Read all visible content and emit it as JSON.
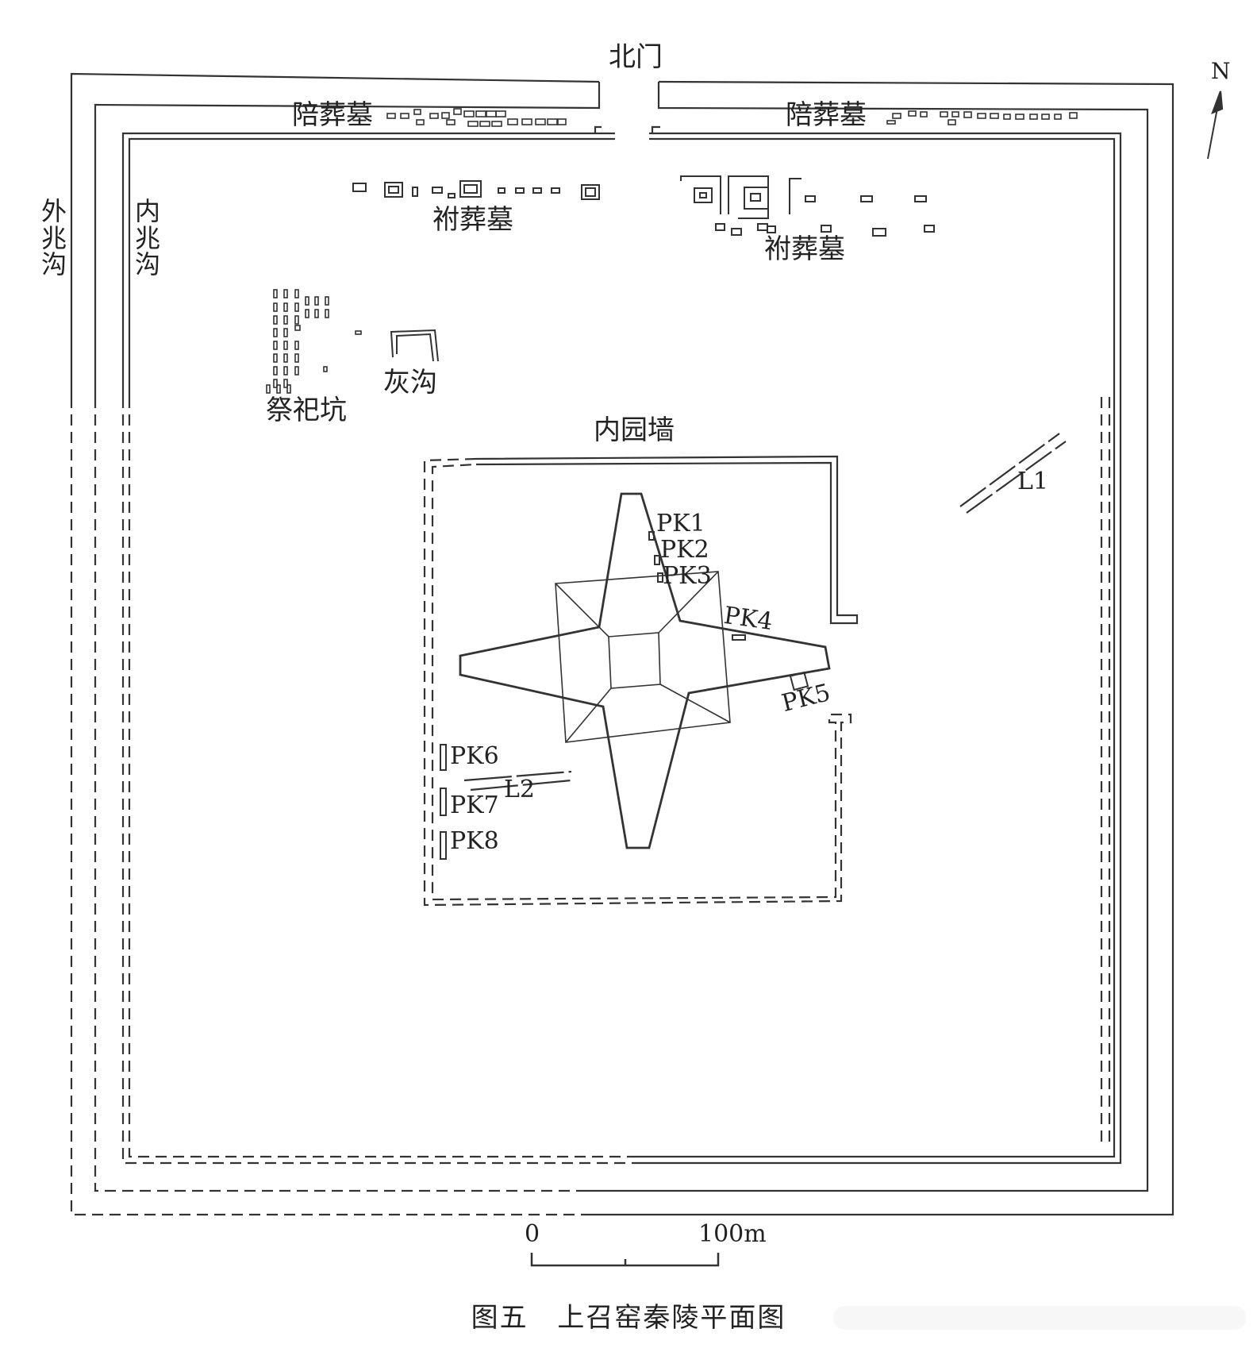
{
  "labels": {
    "north_gate": "北门",
    "companion_tombs_left": "陪葬墓",
    "companion_tombs_right": "陪葬墓",
    "subsidiary_tombs_left": "祔葬墓",
    "subsidiary_tombs_right": "祔葬墓",
    "outer_ditch": "外兆沟",
    "inner_ditch": "内兆沟",
    "sacrifice_pits": "祭祀坑",
    "ash_ditch": "灰沟",
    "inner_garden_wall": "内园墙",
    "road_1": "L1",
    "road_2": "L2",
    "pk1": "PK1",
    "pk2": "PK2",
    "pk3": "PK3",
    "pk4": "PK4",
    "pk5": "PK5",
    "pk6": "PK6",
    "pk7": "PK7",
    "pk8": "PK8",
    "north_arrow": "N"
  },
  "scale_bar": {
    "start_label": "0",
    "end_label": "100m"
  },
  "caption": {
    "figure_no": "图五",
    "title": "上召窑秦陵平面图"
  },
  "colors": {
    "line": "#333333",
    "text": "#222222",
    "background": "#ffffff"
  }
}
